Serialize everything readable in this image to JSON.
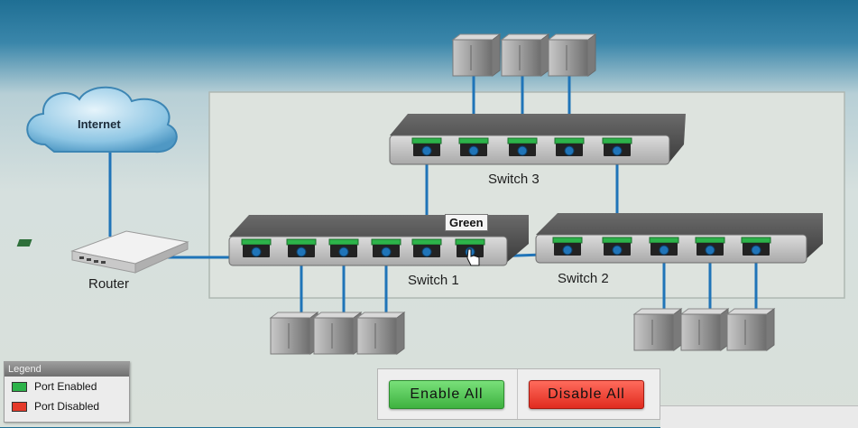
{
  "network": {
    "internet_label": "Internet",
    "router_label": "Router",
    "switch1_label": "Switch 1",
    "switch2_label": "Switch 2",
    "switch3_label": "Switch 3",
    "port_tooltip": "Green"
  },
  "legend": {
    "title": "Legend",
    "items": [
      {
        "label": "Port Enabled",
        "color": "#2db34a"
      },
      {
        "label": "Port Disabled",
        "color": "#e53a2a"
      }
    ]
  },
  "buttons": {
    "enable_all": "Enable All",
    "disable_all": "Disable All"
  },
  "colors": {
    "cable": "#1f74b8",
    "port_enabled": "#2db34a",
    "switch_body": "#4a4a4a"
  }
}
